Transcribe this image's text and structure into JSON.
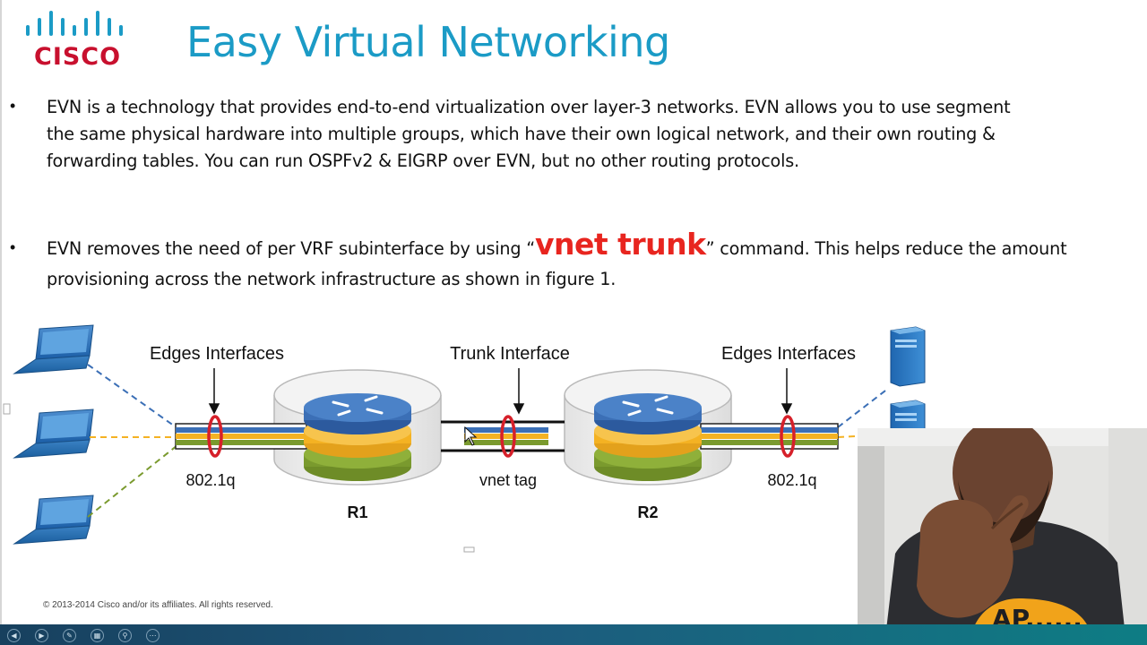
{
  "slide": {
    "logo_text": "CISCO",
    "title": "Easy Virtual Networking",
    "bullet_symbol": "•",
    "bullet1": "EVN is a technology that provides end-to-end virtualization over layer-3 networks.  EVN allows you to use segment the same physical hardware into multiple groups, which have their own logical network, and their own routing & forwarding tables.  You can run OSPFv2 & EIGRP over EVN, but no other routing protocols.",
    "bullet2_pre": "EVN removes the need of per VRF subinterface by using “",
    "bullet2_highlight": "vnet trunk",
    "bullet2_post": "” command. This helps reduce the amount provisioning across the network infrastructure as shown in figure 1.",
    "footer": "© 2013-2014  Cisco and/or its affiliates. All rights reserved."
  },
  "diagram": {
    "label_edges_left": "Edges Interfaces",
    "label_trunk": "Trunk Interface",
    "label_edges_right": "Edges Interfaces",
    "label_8021q_left": "802.1q",
    "label_vnet_tag": "vnet tag",
    "label_8021q_right": "802.1q",
    "label_r1": "R1",
    "label_r2": "R2"
  },
  "webcam": {
    "shirt_text": "AP......"
  },
  "taskbar": {
    "icons": [
      "prev-icon",
      "next-icon",
      "pen-icon",
      "slides-icon",
      "zoom-icon",
      "more-icon"
    ]
  },
  "colors": {
    "title": "#1b9bc6",
    "logo": "#c8102e",
    "highlight": "#e8251f",
    "vlan_blue": "#3b6fb6",
    "vlan_yellow": "#f4b223",
    "vlan_green": "#7a9a2e",
    "ring_red": "#d6202a"
  }
}
